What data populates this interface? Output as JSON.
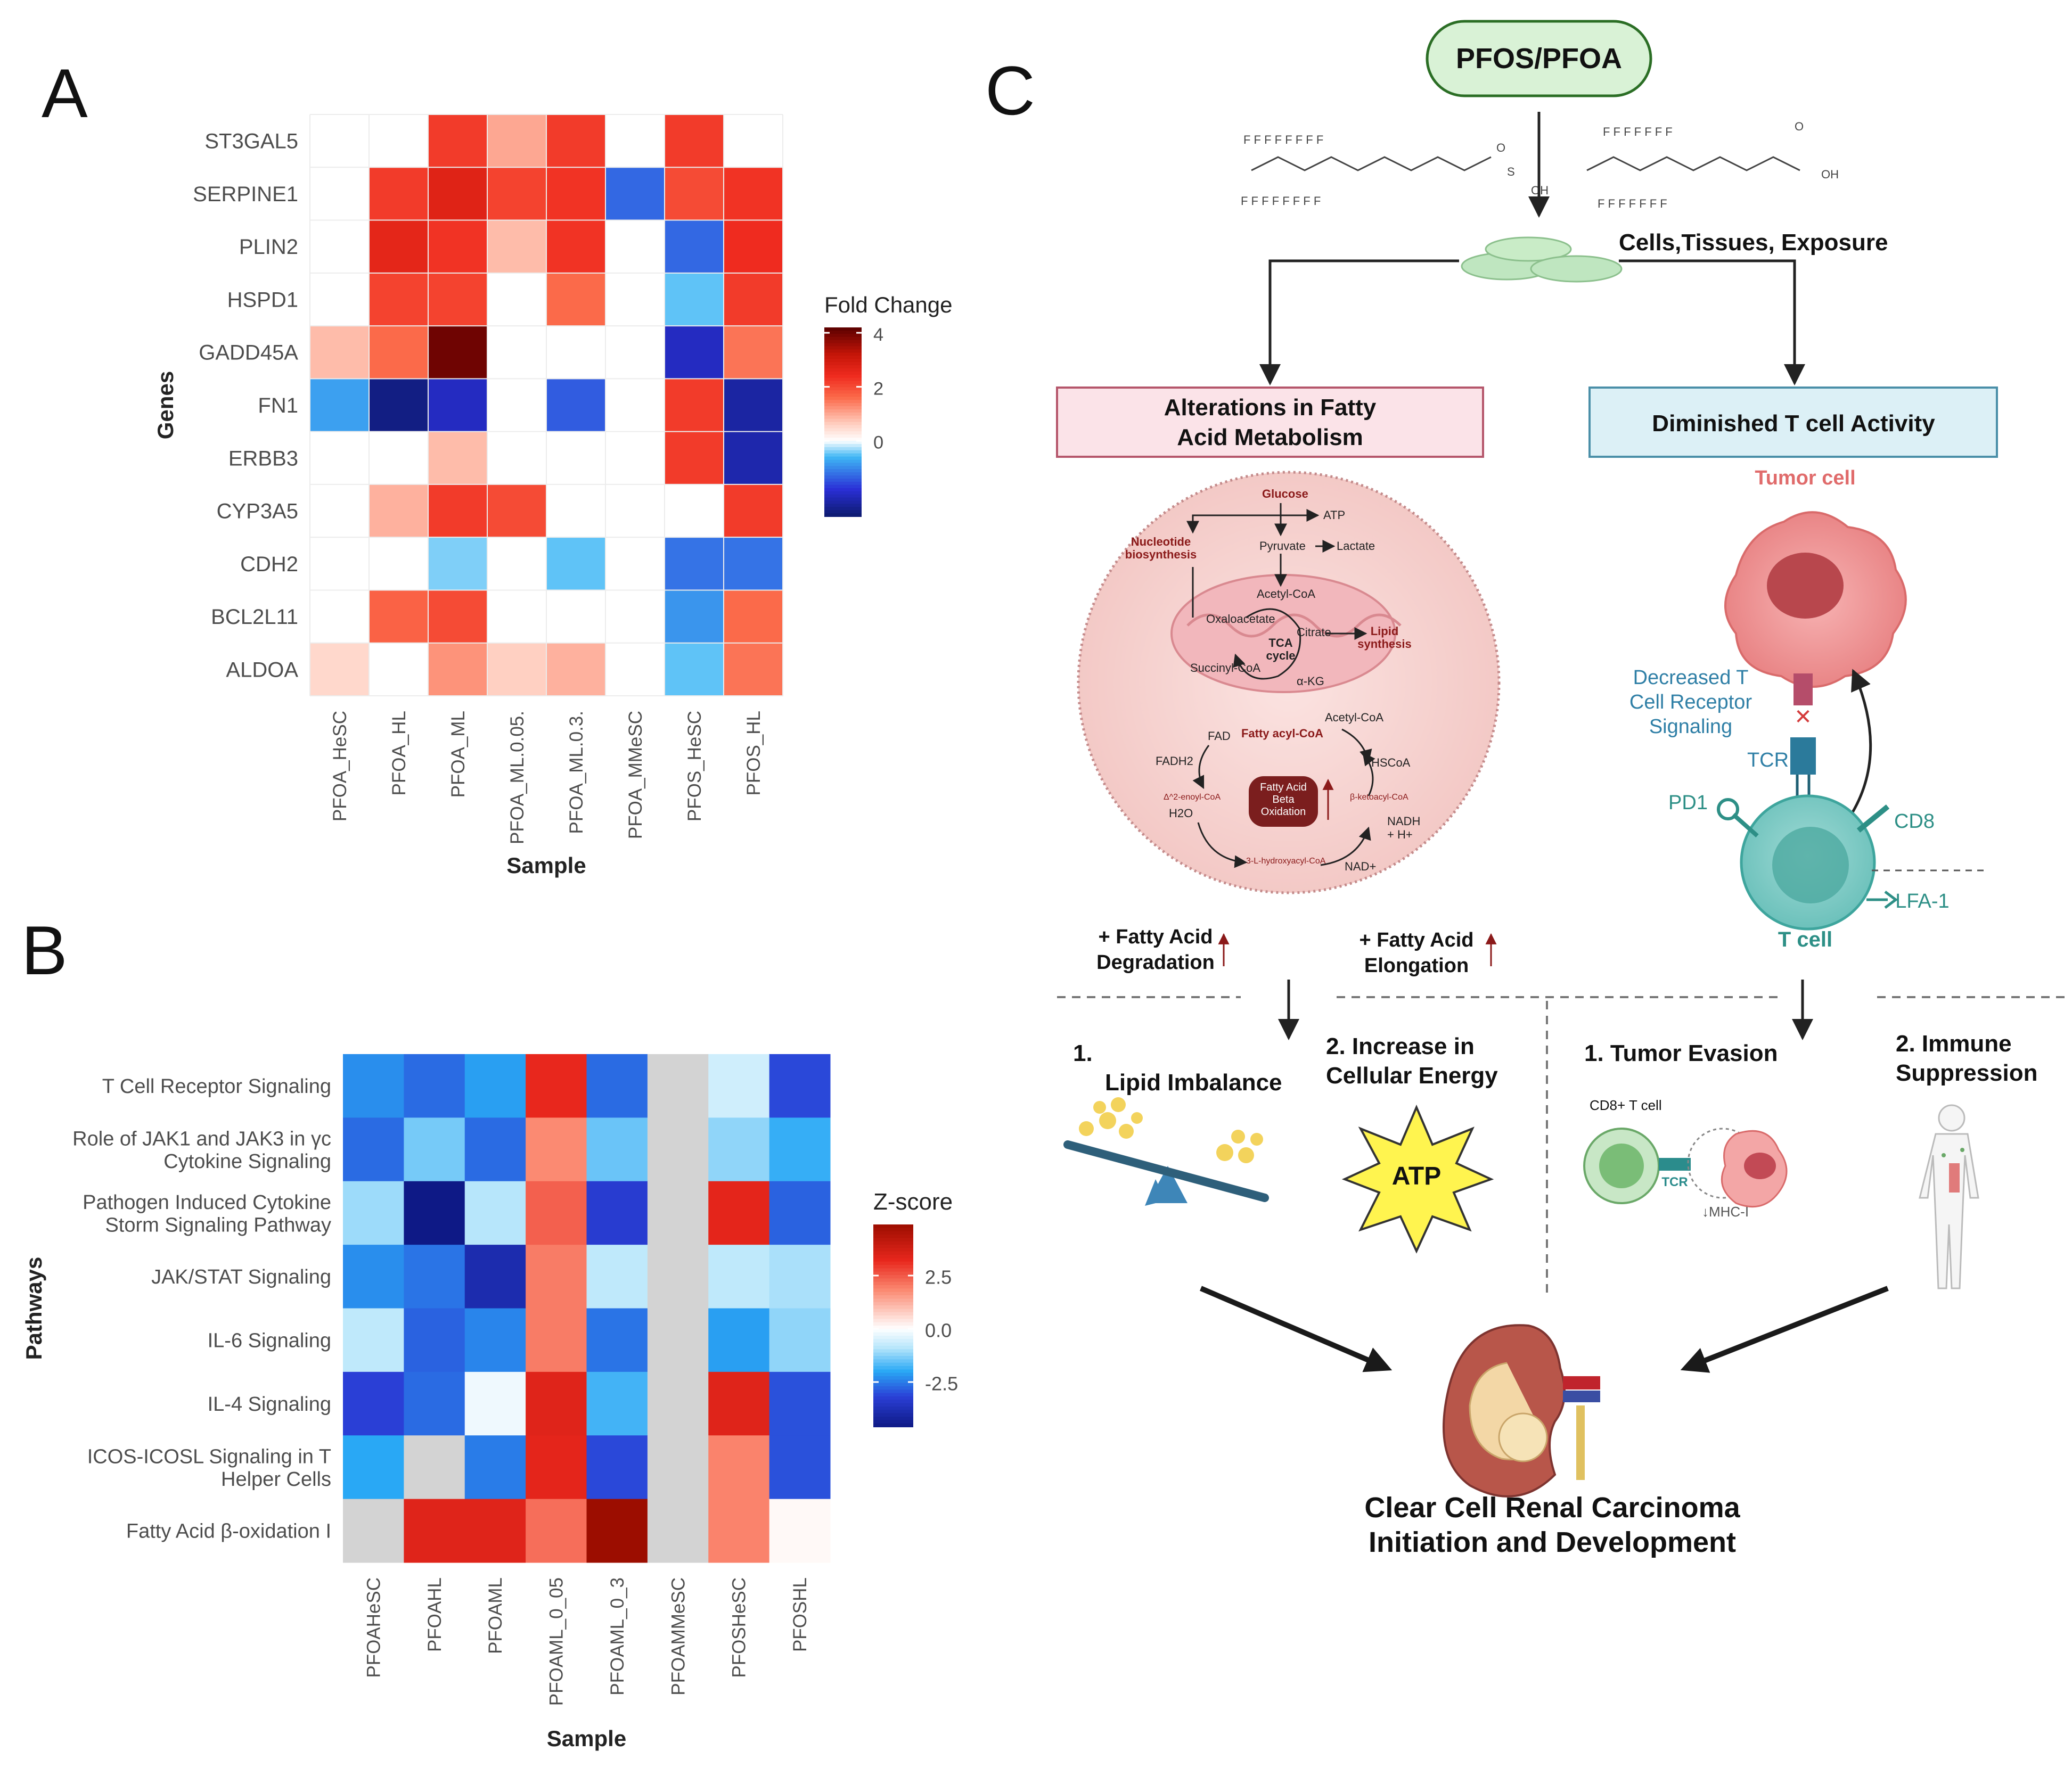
{
  "panels": {
    "a": {
      "letter": "A"
    },
    "b": {
      "letter": "B"
    },
    "c": {
      "letter": "C"
    }
  },
  "chart_data": [
    {
      "type": "heatmap",
      "panel": "A",
      "xlabel": "Sample",
      "ylabel": "Genes",
      "x": [
        "PFOA_HeSC",
        "PFOA_HL",
        "PFOA_ML",
        "PFOA_ML.0.05.",
        "PFOA_ML.0.3.",
        "PFOA_MMeSC",
        "PFOS_HeSC",
        "PFOS_HL"
      ],
      "y": [
        "ST3GAL5",
        "SERPINE1",
        "PLIN2",
        "HSPD1",
        "GADD45A",
        "FN1",
        "ERBB3",
        "CYP3A5",
        "CDH2",
        "BCL2L11",
        "ALDOA"
      ],
      "values": [
        [
          null,
          null,
          2.2,
          1.0,
          2.2,
          null,
          2.2,
          null
        ],
        [
          null,
          2.2,
          2.7,
          2.1,
          2.3,
          -1.3,
          2.0,
          2.3
        ],
        [
          null,
          2.6,
          2.3,
          0.8,
          2.3,
          null,
          -1.3,
          2.4
        ],
        [
          null,
          2.1,
          2.1,
          null,
          1.6,
          null,
          -0.5,
          2.2
        ],
        [
          0.8,
          1.6,
          4.0,
          null,
          null,
          null,
          -2.0,
          1.5
        ],
        [
          -0.8,
          -2.6,
          -2.0,
          null,
          -1.4,
          null,
          2.2,
          -2.3
        ],
        [
          null,
          null,
          0.8,
          null,
          null,
          null,
          2.2,
          -2.2
        ],
        [
          null,
          0.9,
          2.2,
          2.0,
          null,
          null,
          null,
          2.2
        ],
        [
          null,
          null,
          -0.4,
          null,
          -0.5,
          null,
          -1.2,
          -1.2
        ],
        [
          null,
          1.7,
          2.0,
          null,
          null,
          null,
          -0.9,
          1.6
        ],
        [
          0.5,
          null,
          1.2,
          0.6,
          0.9,
          null,
          -0.5,
          1.5
        ]
      ],
      "legend": {
        "title": "Fold Change",
        "ticks": [
          4,
          2,
          0
        ],
        "range": [
          -2.8,
          4.2
        ]
      }
    },
    {
      "type": "heatmap",
      "panel": "B",
      "xlabel": "Sample",
      "ylabel": "Pathways",
      "x": [
        "PFOAHeSC",
        "PFOAHL",
        "PFOAML",
        "PFOAML_0_05",
        "PFOAML_0_3",
        "PFOAMMeSC",
        "PFOSHeSC",
        "PFOSHL"
      ],
      "y": [
        "T Cell Receptor Signaling",
        "Role of JAK1 and JAK3 in γc Cytokine Signaling",
        "Pathogen Induced Cytokine Storm Signaling Pathway",
        "JAK/STAT Signaling",
        "IL-6 Signaling",
        "IL-4 Signaling",
        "ICOS-ICOSL Signaling in T Helper Cells",
        "Fatty Acid β-oxidation I"
      ],
      "values": [
        [
          -2.3,
          -2.7,
          -2.1,
          3.2,
          -2.7,
          null,
          -0.6,
          -3.1
        ],
        [
          -2.7,
          -1.4,
          -2.7,
          1.8,
          -1.5,
          null,
          -1.2,
          -1.9
        ],
        [
          -1.1,
          -4.6,
          -0.9,
          2.4,
          -3.3,
          null,
          3.3,
          -2.8
        ],
        [
          -2.3,
          -2.6,
          -3.9,
          2.0,
          -0.8,
          null,
          -0.8,
          -1.0
        ],
        [
          -0.8,
          -2.8,
          -2.4,
          2.0,
          -2.6,
          null,
          -2.1,
          -1.2
        ],
        [
          -3.2,
          -2.7,
          -0.2,
          3.4,
          -1.8,
          null,
          3.4,
          -3.0
        ],
        [
          -2.0,
          null,
          -2.5,
          3.3,
          -3.1,
          null,
          1.9,
          -3.0
        ],
        [
          null,
          3.4,
          3.4,
          2.2,
          4.9,
          null,
          1.9,
          0.1
        ]
      ],
      "legend": {
        "title": "Z-score",
        "ticks": [
          "2.5",
          "0.0",
          "-2.5"
        ],
        "range": [
          -4.6,
          4.9
        ]
      }
    }
  ],
  "diagram": {
    "top_label": "PFOS/PFOA",
    "exposure_label": "Cells,Tissues, Exposure",
    "left_box": "Alterations in Fatty Acid Metabolism",
    "right_box": "Diminished T cell Activity",
    "metabolism": {
      "glucose": "Glucose",
      "atp": "ATP",
      "pyruvate": "Pyruvate",
      "lactate": "Lactate",
      "nucleotide": "Nucleotide biosynthesis",
      "acetylcoa": "Acetyl-CoA",
      "oxaloacetate": "Oxaloacetate",
      "citrate": "Citrate",
      "lipid": "Lipid synthesis",
      "tca": "TCA cycle",
      "succinyl": "Succinyl-CoA",
      "akg": "α-KG",
      "fad": "FAD",
      "fatty_acyl": "Fatty acyl-CoA",
      "acetylcoa2": "Acetyl-CoA",
      "fadh2": "FADH2",
      "hscoa": "HSCoA",
      "enoyl": "Δ^2-enoyl-CoA",
      "ketoacyl": "β-ketoacyl-CoA",
      "h2o": "H2O",
      "fao": "Fatty Acid Beta Oxidation",
      "nadh": "NADH",
      "hplus": "+ H+",
      "hydroxy": "3-L-hydroxyacyl-CoA",
      "nad": "NAD+"
    },
    "tcell": {
      "tumor": "Tumor cell",
      "decreased": "Decreased T Cell Receptor Signaling",
      "tcr": "TCR",
      "pd1": "PD1",
      "cd8": "CD8",
      "lfa1": "LFA-1",
      "tcell": "T cell"
    },
    "degradation": "+ Fatty Acid Degradation",
    "elongation": "+ Fatty Acid Elongation",
    "outcomes": {
      "lipid": "1.  Lipid Imbalance",
      "energy": "2. Increase in Cellular Energy",
      "evasion": "1.  Tumor Evasion",
      "immune": "2. Immune Suppression",
      "atp": "ATP",
      "cd8tcell": "CD8+ T cell",
      "tcr": "TCR",
      "mhc": "↓MHC-I"
    },
    "final": "Clear Cell Renal Carcinoma Initiation and Development"
  }
}
